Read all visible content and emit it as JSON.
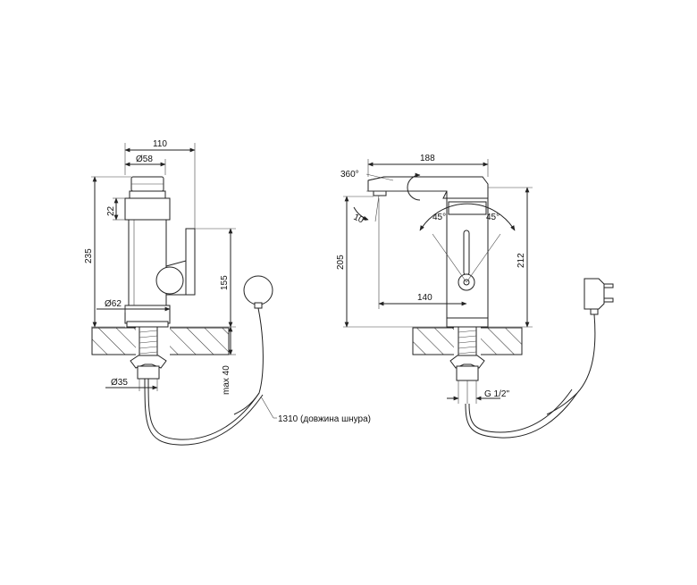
{
  "dimensions": {
    "left": {
      "width_total": "110",
      "diameter_top": "Ø58",
      "height_22": "22",
      "height_235": "235",
      "height_155": "155",
      "diameter_base": "Ø62",
      "diameter_shank": "Ø35",
      "max_40": "max 40",
      "cord_length": "1310 (довжина шнура)"
    },
    "right": {
      "rotation": "360°",
      "width_188": "188",
      "angle_10": "10°",
      "angle_45_left": "45°",
      "angle_45_right": "45°",
      "height_205": "205",
      "height_212": "212",
      "reach_140": "140",
      "thread": "G 1/2\""
    }
  }
}
